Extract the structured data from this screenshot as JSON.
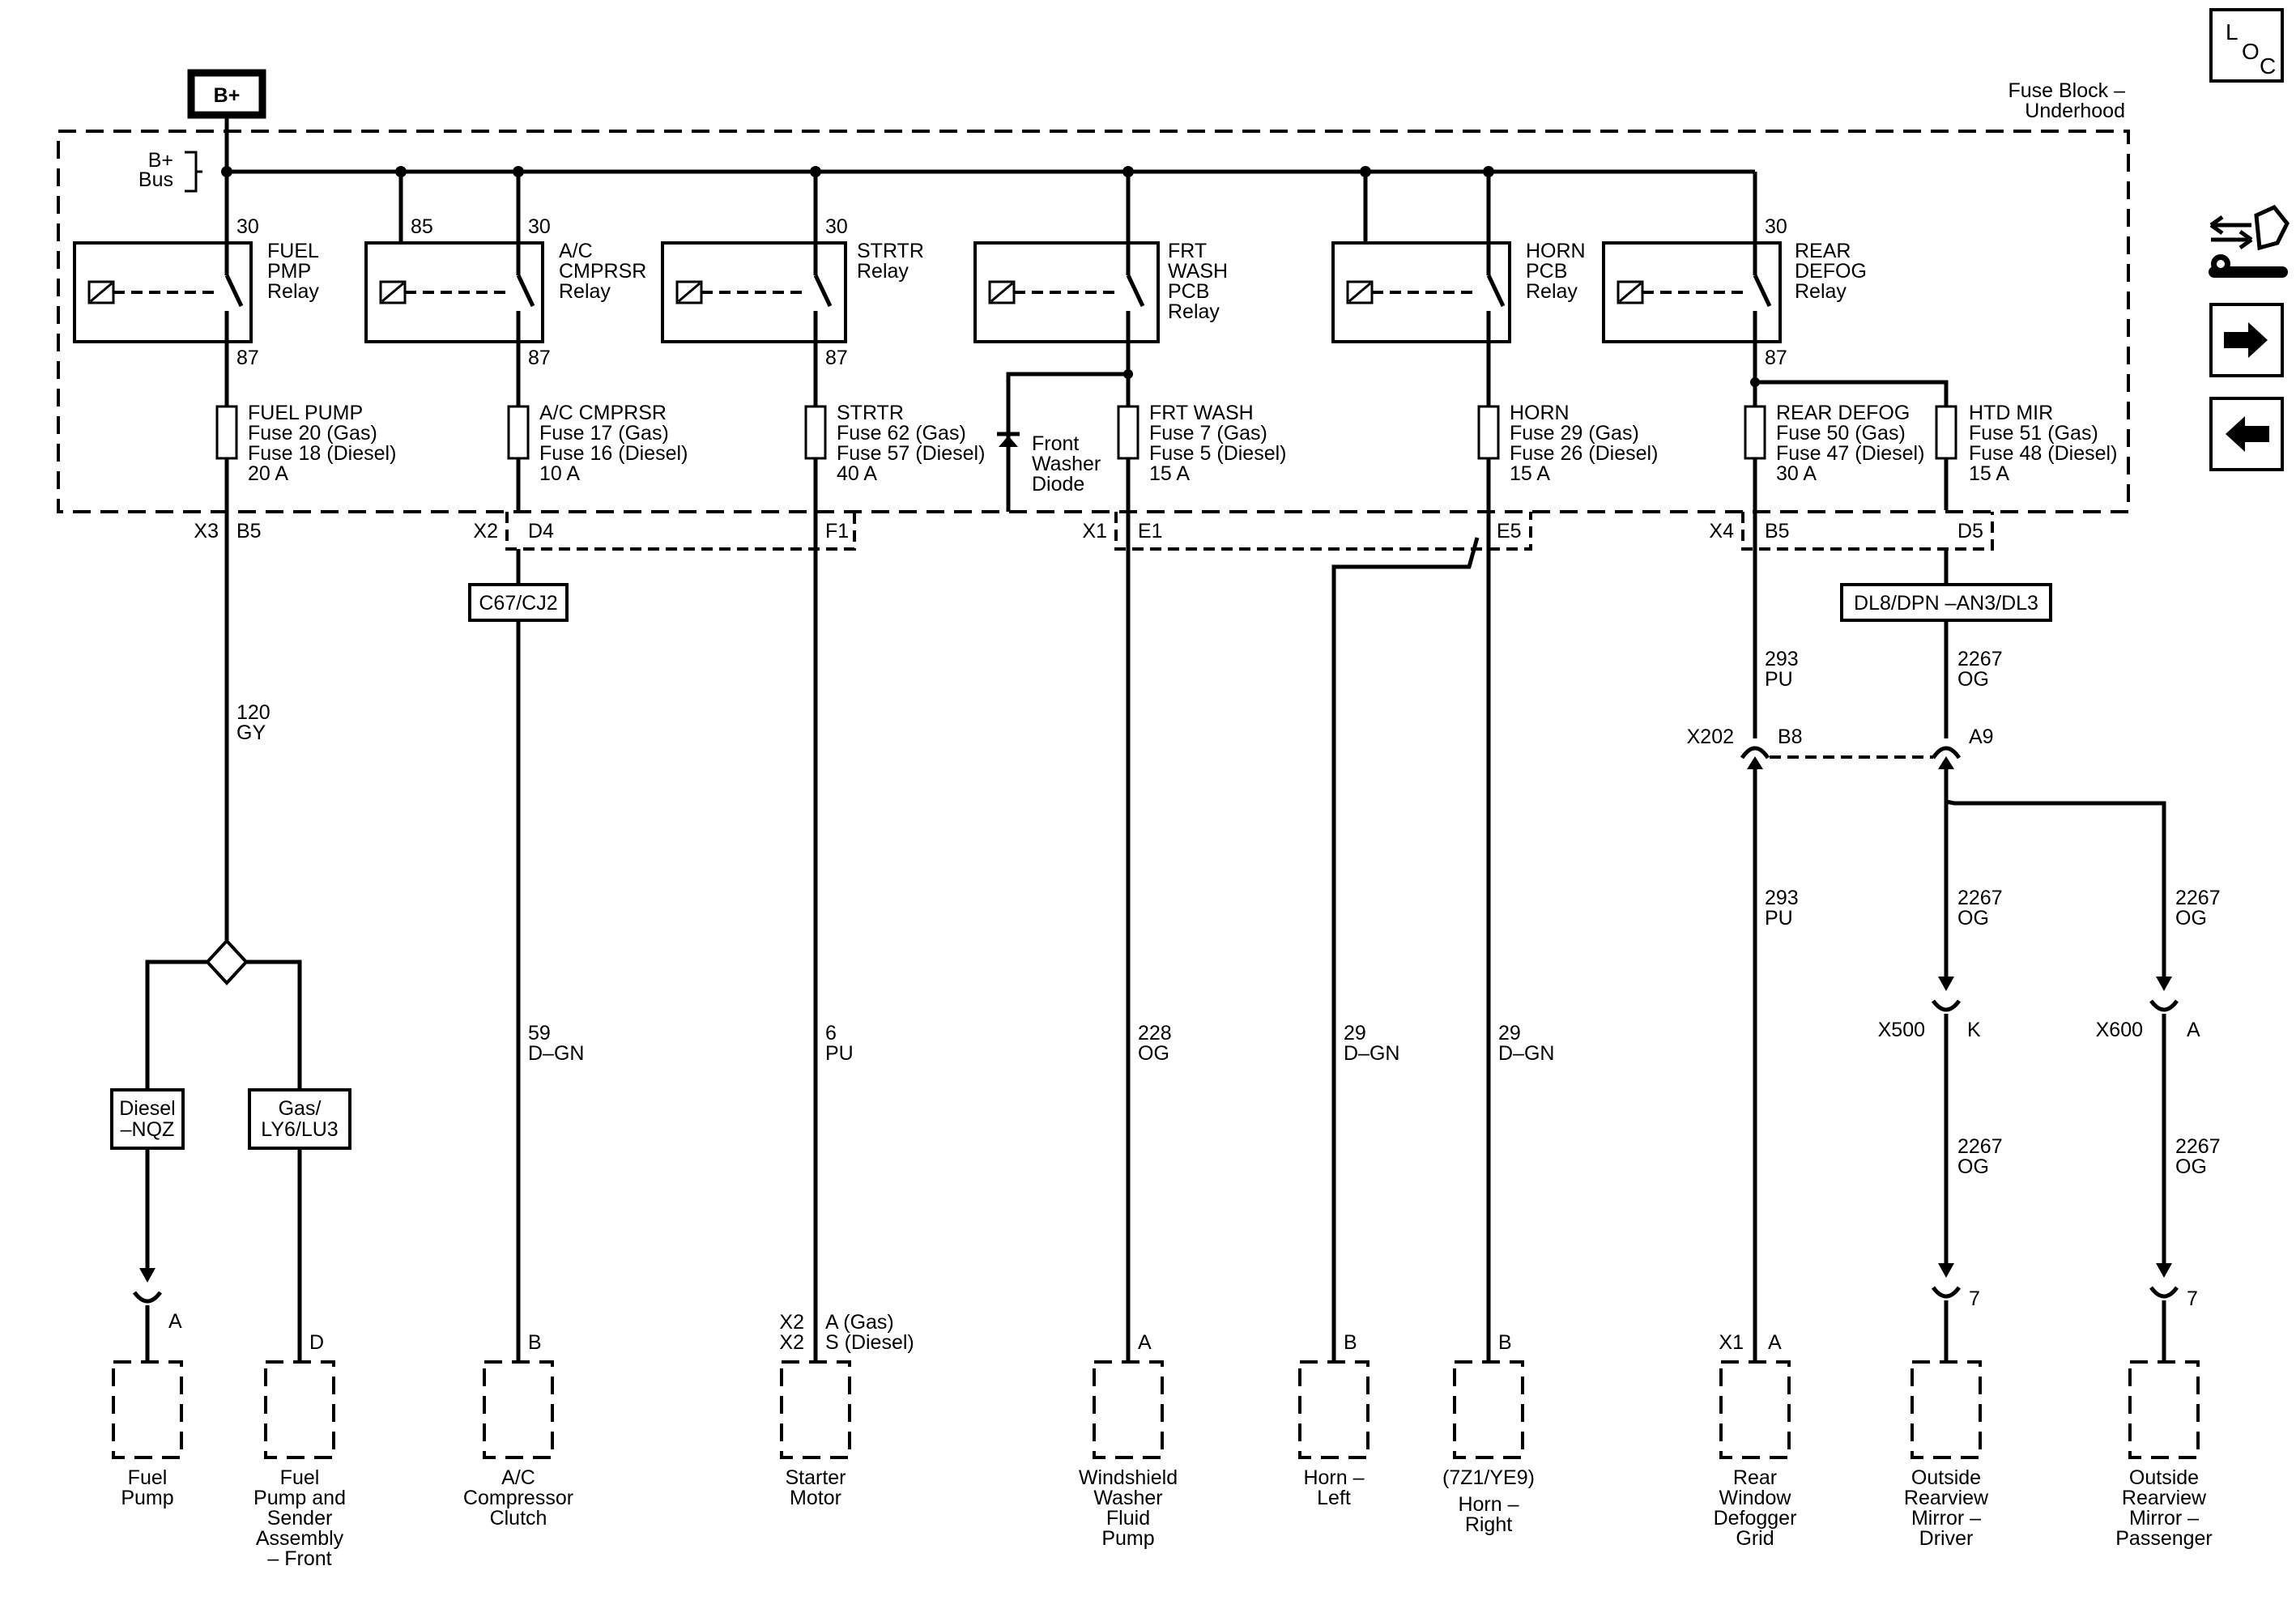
{
  "header": {
    "battery_label": "B+",
    "fuse_block_title": "Fuse Block –",
    "fuse_block_subtitle": "Underhood",
    "bus_label_1": "B+",
    "bus_label_2": "Bus"
  },
  "nav": {
    "loc_letters": [
      "L",
      "O",
      "C"
    ],
    "tools_icon": "service-tools-icon",
    "next_icon": "arrow-right-icon",
    "prev_icon": "arrow-left-icon"
  },
  "relays": [
    {
      "lines": [
        "FUEL",
        "PMP",
        "Relay"
      ],
      "in_pin": "30",
      "out_pin": "87"
    },
    {
      "lines": [
        "A/C",
        "CMPRSR",
        "Relay"
      ],
      "coil_pin": "85",
      "in_pin": "30",
      "out_pin": "87"
    },
    {
      "lines": [
        "STRTR",
        "Relay"
      ],
      "in_pin": "30",
      "out_pin": "87"
    },
    {
      "lines": [
        "FRT",
        "WASH",
        "PCB",
        "Relay"
      ]
    },
    {
      "lines": [
        "HORN",
        "PCB",
        "Relay"
      ]
    },
    {
      "lines": [
        "REAR",
        "DEFOG",
        "Relay"
      ],
      "in_pin": "30",
      "out_pin": "87"
    }
  ],
  "fuses": [
    {
      "lines": [
        "FUEL PUMP",
        "Fuse 20 (Gas)",
        "Fuse 18 (Diesel)",
        "20 A"
      ]
    },
    {
      "lines": [
        "A/C CMPRSR",
        "Fuse 17 (Gas)",
        "Fuse 16 (Diesel)",
        "10 A"
      ]
    },
    {
      "lines": [
        "STRTR",
        "Fuse 62 (Gas)",
        "Fuse 57 (Diesel)",
        "40 A"
      ]
    },
    {
      "lines": [
        "FRT WASH",
        "Fuse 7 (Gas)",
        "Fuse 5 (Diesel)",
        "15 A"
      ]
    },
    {
      "lines": [
        "HORN",
        "Fuse 29 (Gas)",
        "Fuse 26 (Diesel)",
        "15 A"
      ]
    },
    {
      "lines": [
        "REAR DEFOG",
        "Fuse 50 (Gas)",
        "Fuse 47 (Diesel)",
        "30 A"
      ]
    },
    {
      "lines": [
        "HTD MIR",
        "Fuse 51 (Gas)",
        "Fuse 48 (Diesel)",
        "15 A"
      ]
    }
  ],
  "diode": {
    "lines": [
      "Front",
      "Washer",
      "Diode"
    ]
  },
  "connectors": {
    "x3": "X3",
    "x3_pin": "B5",
    "x2": "X2",
    "x2_pin_d4": "D4",
    "x2_pin_f1": "F1",
    "x1": "X1",
    "x1_pin_e1": "E1",
    "x1_pin_e5": "E5",
    "x4": "X4",
    "x4_pin_b5": "B5",
    "x4_pin_d5": "D5",
    "x202": "X202",
    "x202_pin_b8": "B8",
    "x202_pin_a9": "A9",
    "x500": "X500",
    "x500_pin": "K",
    "x600": "X600",
    "x600_pin": "A"
  },
  "options": {
    "ac": "C67/CJ2",
    "mirror": "DL8/DPN –AN3/DL3",
    "diesel": [
      "Diesel",
      "–NQZ"
    ],
    "gas": [
      "Gas/",
      "LY6/LU3"
    ]
  },
  "wires": [
    {
      "circuit": "120",
      "color": "GY"
    },
    {
      "circuit": "59",
      "color": "D–GN"
    },
    {
      "circuit": "6",
      "color": "PU"
    },
    {
      "circuit": "228",
      "color": "OG"
    },
    {
      "circuit": "29",
      "color": "D–GN"
    },
    {
      "circuit": "29",
      "color": "D–GN"
    },
    {
      "circuit": "293",
      "color": "PU"
    },
    {
      "circuit": "2267",
      "color": "OG"
    },
    {
      "circuit": "293",
      "color": "PU"
    },
    {
      "circuit": "2267",
      "color": "OG"
    },
    {
      "circuit": "2267",
      "color": "OG"
    },
    {
      "circuit": "2267",
      "color": "OG"
    },
    {
      "circuit": "2267",
      "color": "OG"
    }
  ],
  "pins": {
    "fuel_pump": "A",
    "fuel_sender": "D",
    "ac_clutch": "B",
    "starter_conn_1": "X2",
    "starter_conn_2": "X2",
    "starter_pin_gas": "A (Gas)",
    "starter_pin_diesel": "S (Diesel)",
    "washer": "A",
    "horn_left": "B",
    "horn_right": "B",
    "defog_conn": "X1",
    "defog_pin": "A",
    "mirror_driver": "7",
    "mirror_passenger": "7"
  },
  "components": [
    {
      "lines": [
        "Fuel",
        "Pump"
      ]
    },
    {
      "lines": [
        "Fuel",
        "Pump and",
        "Sender",
        "Assembly",
        "– Front"
      ]
    },
    {
      "lines": [
        "A/C",
        "Compressor",
        "Clutch"
      ]
    },
    {
      "lines": [
        "Starter",
        "Motor"
      ]
    },
    {
      "lines": [
        "Windshield",
        "Washer",
        "Fluid",
        "Pump"
      ]
    },
    {
      "lines": [
        "Horn –",
        "Left"
      ]
    },
    {
      "lines": [
        "(7Z1/YE9)",
        "Horn –",
        "Right"
      ]
    },
    {
      "lines": [
        "Rear",
        "Window",
        "Defogger",
        "Grid"
      ]
    },
    {
      "lines": [
        "Outside",
        "Rearview",
        "Mirror –",
        "Driver"
      ]
    },
    {
      "lines": [
        "Outside",
        "Rearview",
        "Mirror –",
        "Passenger"
      ]
    }
  ]
}
